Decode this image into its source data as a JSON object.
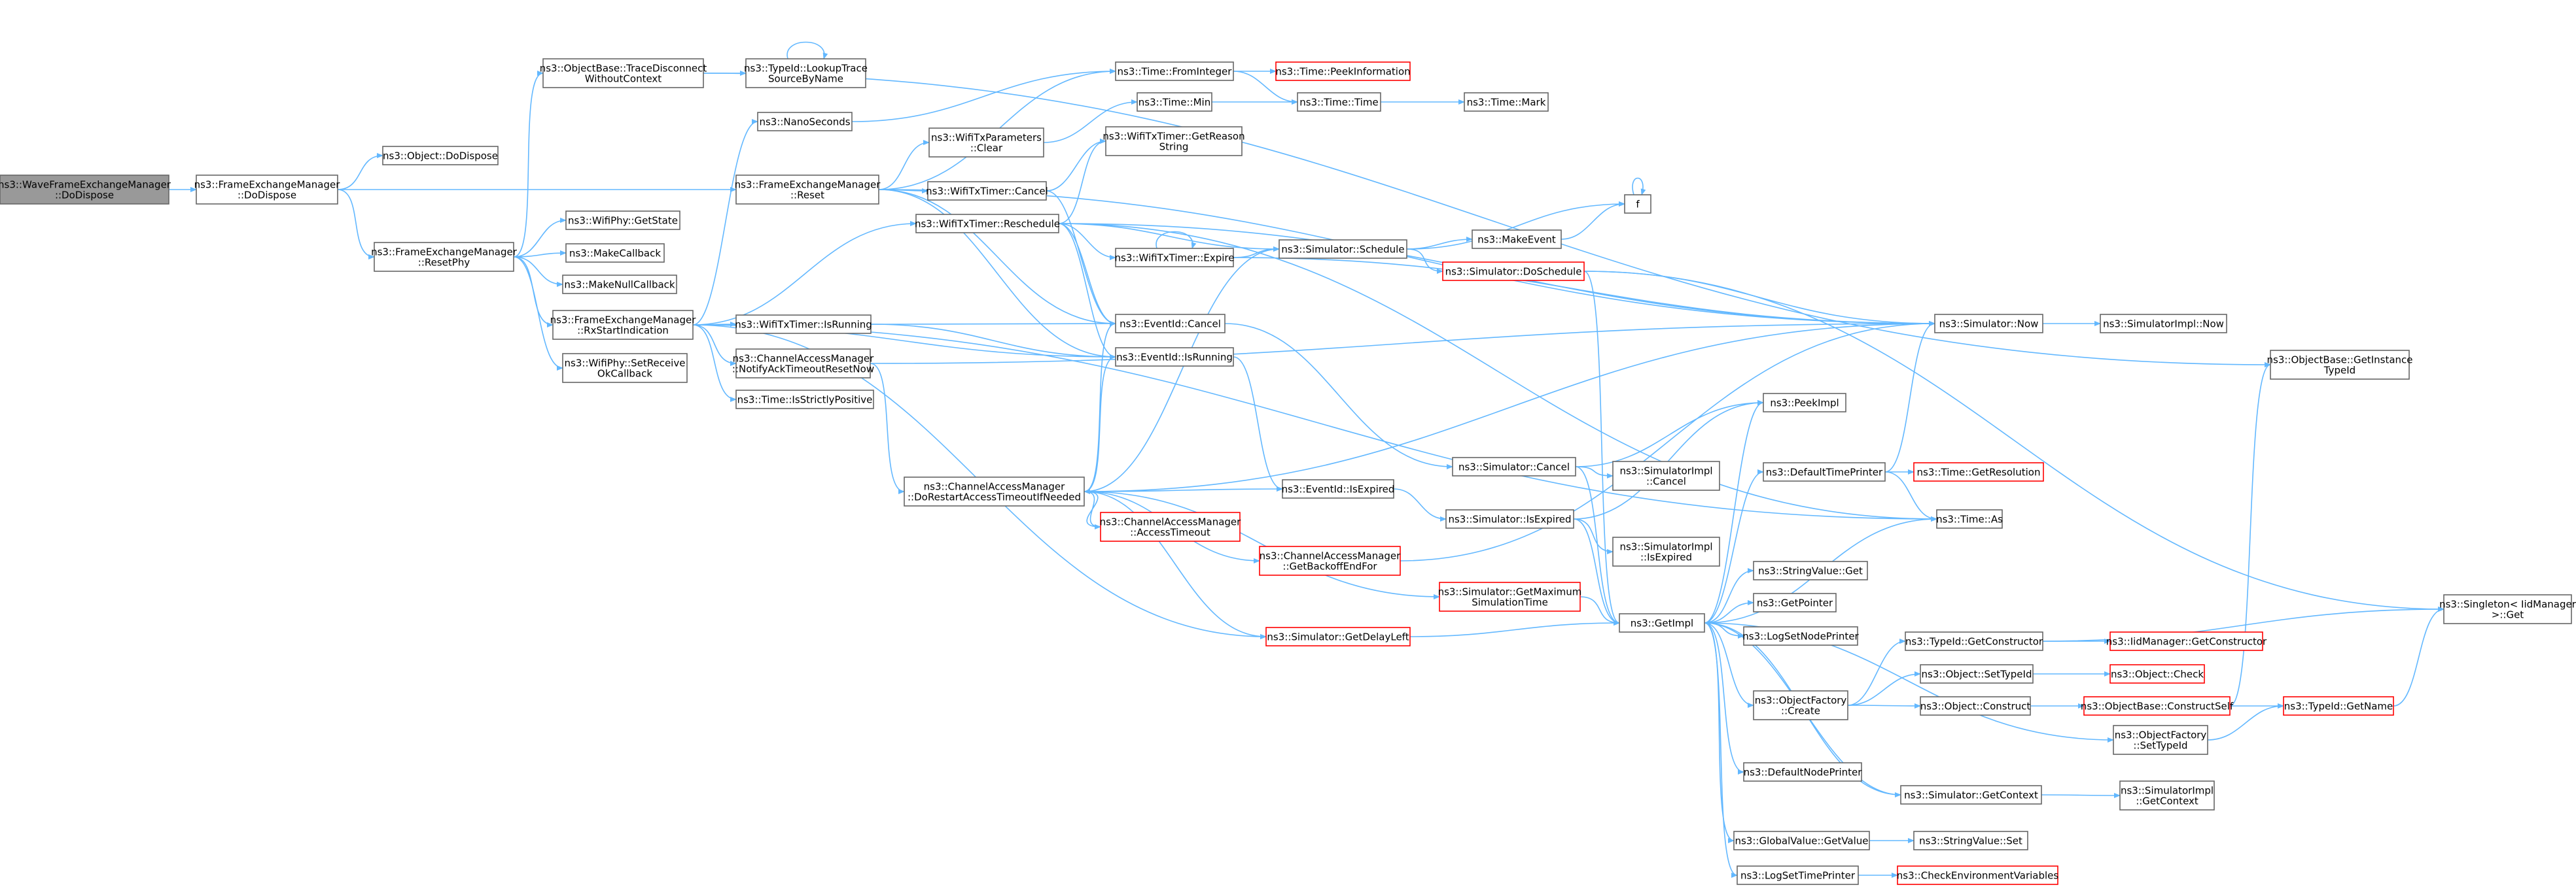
{
  "graph": {
    "title": "",
    "colors": {
      "edge": "#63b8ff",
      "node_border": "#666666",
      "node_fill": "#ffffff",
      "root_fill": "#999999",
      "truncated_border": "#ff0000",
      "text": "#000000"
    },
    "nodes": [
      {
        "id": "root",
        "lines": [
          "ns3::WaveFrameExchangeManager",
          "::DoDispose"
        ],
        "style": "root"
      },
      {
        "id": "fem_dodispose",
        "lines": [
          "ns3::FrameExchangeManager",
          "::DoDispose"
        ],
        "style": "normal"
      },
      {
        "id": "object_dodispose",
        "lines": [
          "ns3::Object::DoDispose"
        ],
        "style": "normal"
      },
      {
        "id": "fem_reset",
        "lines": [
          "ns3::FrameExchangeManager",
          "::Reset"
        ],
        "style": "normal"
      },
      {
        "id": "fem_resetphy",
        "lines": [
          "ns3::FrameExchangeManager",
          "::ResetPhy"
        ],
        "style": "normal"
      },
      {
        "id": "tracedisconnect",
        "lines": [
          "ns3::ObjectBase::TraceDisconnect",
          "WithoutContext"
        ],
        "style": "normal"
      },
      {
        "id": "lookuptrace",
        "lines": [
          "ns3::TypeId::LookupTrace",
          "SourceByName"
        ],
        "style": "normal"
      },
      {
        "id": "nanoseconds",
        "lines": [
          "ns3::NanoSeconds"
        ],
        "style": "normal"
      },
      {
        "id": "time_frominteger",
        "lines": [
          "ns3::Time::FromInteger"
        ],
        "style": "normal"
      },
      {
        "id": "time_peekinfo",
        "lines": [
          "ns3::Time::PeekInformation"
        ],
        "style": "truncated"
      },
      {
        "id": "time_min",
        "lines": [
          "ns3::Time::Min"
        ],
        "style": "normal"
      },
      {
        "id": "time_time",
        "lines": [
          "ns3::Time::Time"
        ],
        "style": "normal"
      },
      {
        "id": "time_mark",
        "lines": [
          "ns3::Time::Mark"
        ],
        "style": "normal"
      },
      {
        "id": "txparams_clear",
        "lines": [
          "ns3::WifiTxParameters",
          "::Clear"
        ],
        "style": "normal"
      },
      {
        "id": "txtimer_getreason",
        "lines": [
          "ns3::WifiTxTimer::GetReason",
          "String"
        ],
        "style": "normal"
      },
      {
        "id": "txtimer_cancel",
        "lines": [
          "ns3::WifiTxTimer::Cancel"
        ],
        "style": "normal"
      },
      {
        "id": "txtimer_reschedule",
        "lines": [
          "ns3::WifiTxTimer::Reschedule"
        ],
        "style": "normal"
      },
      {
        "id": "txtimer_expire",
        "lines": [
          "ns3::WifiTxTimer::Expire"
        ],
        "style": "normal"
      },
      {
        "id": "sim_schedule",
        "lines": [
          "ns3::Simulator::Schedule"
        ],
        "style": "normal"
      },
      {
        "id": "makeevent",
        "lines": [
          "ns3::MakeEvent"
        ],
        "style": "normal"
      },
      {
        "id": "f",
        "lines": [
          "f"
        ],
        "style": "normal"
      },
      {
        "id": "sim_doschedule",
        "lines": [
          "ns3::Simulator::DoSchedule"
        ],
        "style": "truncated"
      },
      {
        "id": "sim_now",
        "lines": [
          "ns3::Simulator::Now"
        ],
        "style": "normal"
      },
      {
        "id": "simimpl_now",
        "lines": [
          "ns3::SimulatorImpl::Now"
        ],
        "style": "normal"
      },
      {
        "id": "getinstancetypeid",
        "lines": [
          "ns3::ObjectBase::GetInstance",
          "TypeId"
        ],
        "style": "normal"
      },
      {
        "id": "wifiphy_getstate",
        "lines": [
          "ns3::WifiPhy::GetState"
        ],
        "style": "normal"
      },
      {
        "id": "makecallback",
        "lines": [
          "ns3::MakeCallback"
        ],
        "style": "normal"
      },
      {
        "id": "makenullcallback",
        "lines": [
          "ns3::MakeNullCallback"
        ],
        "style": "normal"
      },
      {
        "id": "fem_rxstart",
        "lines": [
          "ns3::FrameExchangeManager",
          "::RxStartIndication"
        ],
        "style": "normal"
      },
      {
        "id": "wifiphy_setreceive",
        "lines": [
          "ns3::WifiPhy::SetReceive",
          "OkCallback"
        ],
        "style": "normal"
      },
      {
        "id": "txtimer_isrunning",
        "lines": [
          "ns3::WifiTxTimer::IsRunning"
        ],
        "style": "normal"
      },
      {
        "id": "cam_notifyack",
        "lines": [
          "ns3::ChannelAccessManager",
          "::NotifyAckTimeoutResetNow"
        ],
        "style": "normal"
      },
      {
        "id": "time_isstrictlypositive",
        "lines": [
          "ns3::Time::IsStrictlyPositive"
        ],
        "style": "normal"
      },
      {
        "id": "eventid_cancel",
        "lines": [
          "ns3::EventId::Cancel"
        ],
        "style": "normal"
      },
      {
        "id": "eventid_isrunning",
        "lines": [
          "ns3::EventId::IsRunning"
        ],
        "style": "normal"
      },
      {
        "id": "peekimpl",
        "lines": [
          "ns3::PeekImpl"
        ],
        "style": "normal"
      },
      {
        "id": "sim_cancel",
        "lines": [
          "ns3::Simulator::Cancel"
        ],
        "style": "normal"
      },
      {
        "id": "simimpl_cancel",
        "lines": [
          "ns3::SimulatorImpl",
          "::Cancel"
        ],
        "style": "normal"
      },
      {
        "id": "defaulttimeprinter",
        "lines": [
          "ns3::DefaultTimePrinter"
        ],
        "style": "normal"
      },
      {
        "id": "time_getresolution",
        "lines": [
          "ns3::Time::GetResolution"
        ],
        "style": "truncated"
      },
      {
        "id": "cam_dorestart",
        "lines": [
          "ns3::ChannelAccessManager",
          "::DoRestartAccessTimeoutIfNeeded"
        ],
        "style": "normal"
      },
      {
        "id": "eventid_isexpired",
        "lines": [
          "ns3::EventId::IsExpired"
        ],
        "style": "normal"
      },
      {
        "id": "cam_accesstimeout",
        "lines": [
          "ns3::ChannelAccessManager",
          "::AccessTimeout"
        ],
        "style": "truncated"
      },
      {
        "id": "sim_isexpired",
        "lines": [
          "ns3::Simulator::IsExpired"
        ],
        "style": "normal"
      },
      {
        "id": "time_as",
        "lines": [
          "ns3::Time::As"
        ],
        "style": "normal"
      },
      {
        "id": "simimpl_isexpired",
        "lines": [
          "ns3::SimulatorImpl",
          "::IsExpired"
        ],
        "style": "normal"
      },
      {
        "id": "cam_getbackoff",
        "lines": [
          "ns3::ChannelAccessManager",
          "::GetBackoffEndFor"
        ],
        "style": "truncated"
      },
      {
        "id": "stringvalue_get",
        "lines": [
          "ns3::StringValue::Get"
        ],
        "style": "normal"
      },
      {
        "id": "sim_getmaxtime",
        "lines": [
          "ns3::Simulator::GetMaximum",
          "SimulationTime"
        ],
        "style": "truncated"
      },
      {
        "id": "getpointer",
        "lines": [
          "ns3::GetPointer"
        ],
        "style": "normal"
      },
      {
        "id": "getimpl",
        "lines": [
          "ns3::GetImpl"
        ],
        "style": "normal"
      },
      {
        "id": "sim_getdelayleft",
        "lines": [
          "ns3::Simulator::GetDelayLeft"
        ],
        "style": "truncated"
      },
      {
        "id": "logsetnodeprinter",
        "lines": [
          "ns3::LogSetNodePrinter"
        ],
        "style": "normal"
      },
      {
        "id": "singleton_get",
        "lines": [
          "ns3::Singleton< IidManager",
          ">::Get"
        ],
        "style": "normal"
      },
      {
        "id": "typeid_getconstructor",
        "lines": [
          "ns3::TypeId::GetConstructor"
        ],
        "style": "normal"
      },
      {
        "id": "iidmanager_getconstructor",
        "lines": [
          "ns3::IidManager::GetConstructor"
        ],
        "style": "truncated"
      },
      {
        "id": "object_settypeid",
        "lines": [
          "ns3::Object::SetTypeId"
        ],
        "style": "normal"
      },
      {
        "id": "object_check",
        "lines": [
          "ns3::Object::Check"
        ],
        "style": "truncated"
      },
      {
        "id": "objectfactory_create",
        "lines": [
          "ns3::ObjectFactory",
          "::Create"
        ],
        "style": "normal"
      },
      {
        "id": "object_construct",
        "lines": [
          "ns3::Object::Construct"
        ],
        "style": "normal"
      },
      {
        "id": "constructself",
        "lines": [
          "ns3::ObjectBase::ConstructSelf"
        ],
        "style": "truncated"
      },
      {
        "id": "typeid_getname",
        "lines": [
          "ns3::TypeId::GetName"
        ],
        "style": "truncated"
      },
      {
        "id": "objectfactory_settypeid",
        "lines": [
          "ns3::ObjectFactory",
          "::SetTypeId"
        ],
        "style": "normal"
      },
      {
        "id": "defaultnodeprinter",
        "lines": [
          "ns3::DefaultNodePrinter"
        ],
        "style": "normal"
      },
      {
        "id": "sim_getcontext",
        "lines": [
          "ns3::Simulator::GetContext"
        ],
        "style": "normal"
      },
      {
        "id": "simimpl_getcontext",
        "lines": [
          "ns3::SimulatorImpl",
          "::GetContext"
        ],
        "style": "normal"
      },
      {
        "id": "globalvalue_getvalue",
        "lines": [
          "ns3::GlobalValue::GetValue"
        ],
        "style": "normal"
      },
      {
        "id": "stringvalue_set",
        "lines": [
          "ns3::StringValue::Set"
        ],
        "style": "normal"
      },
      {
        "id": "logsettimeprinter",
        "lines": [
          "ns3::LogSetTimePrinter"
        ],
        "style": "normal"
      },
      {
        "id": "checkenvvars",
        "lines": [
          "ns3::CheckEnvironmentVariables"
        ],
        "style": "truncated"
      }
    ],
    "edges": [
      [
        "root",
        "fem_dodispose"
      ],
      [
        "fem_dodispose",
        "object_dodispose"
      ],
      [
        "fem_dodispose",
        "fem_reset"
      ],
      [
        "fem_dodispose",
        "fem_resetphy"
      ],
      [
        "fem_resetphy",
        "tracedisconnect"
      ],
      [
        "fem_resetphy",
        "wifiphy_getstate"
      ],
      [
        "fem_resetphy",
        "makecallback"
      ],
      [
        "fem_resetphy",
        "makenullcallback"
      ],
      [
        "fem_resetphy",
        "fem_rxstart"
      ],
      [
        "fem_resetphy",
        "wifiphy_setreceive"
      ],
      [
        "tracedisconnect",
        "lookuptrace"
      ],
      [
        "lookuptrace",
        "lookuptrace"
      ],
      [
        "tracedisconnect",
        "getinstancetypeid"
      ],
      [
        "fem_reset",
        "txparams_clear"
      ],
      [
        "fem_reset",
        "txtimer_cancel"
      ],
      [
        "fem_reset",
        "sim_now"
      ],
      [
        "fem_reset",
        "eventid_cancel"
      ],
      [
        "fem_reset",
        "eventid_isrunning"
      ],
      [
        "fem_reset",
        "time_frominteger"
      ],
      [
        "nanoseconds",
        "time_frominteger"
      ],
      [
        "time_frominteger",
        "time_peekinfo"
      ],
      [
        "time_frominteger",
        "time_time"
      ],
      [
        "time_min",
        "time_time"
      ],
      [
        "time_time",
        "time_mark"
      ],
      [
        "txparams_clear",
        "time_min"
      ],
      [
        "txtimer_cancel",
        "txtimer_getreason"
      ],
      [
        "txtimer_cancel",
        "eventid_cancel"
      ],
      [
        "txtimer_reschedule",
        "txtimer_getreason"
      ],
      [
        "txtimer_reschedule",
        "sim_schedule"
      ],
      [
        "txtimer_reschedule",
        "txtimer_expire"
      ],
      [
        "txtimer_reschedule",
        "sim_now"
      ],
      [
        "txtimer_reschedule",
        "eventid_cancel"
      ],
      [
        "txtimer_reschedule",
        "eventid_isrunning"
      ],
      [
        "txtimer_reschedule",
        "time_as"
      ],
      [
        "txtimer_expire",
        "txtimer_expire"
      ],
      [
        "txtimer_expire",
        "sim_schedule"
      ],
      [
        "txtimer_expire",
        "sim_now"
      ],
      [
        "sim_schedule",
        "makeevent"
      ],
      [
        "sim_schedule",
        "sim_doschedule"
      ],
      [
        "makeevent",
        "f"
      ],
      [
        "sim_schedule",
        "f"
      ],
      [
        "f",
        "f"
      ],
      [
        "sim_doschedule",
        "sim_now"
      ],
      [
        "sim_doschedule",
        "getimpl"
      ],
      [
        "sim_doschedule",
        "singleton_get"
      ],
      [
        "sim_now",
        "simimpl_now"
      ],
      [
        "fem_rxstart",
        "nanoseconds"
      ],
      [
        "fem_rxstart",
        "txtimer_reschedule"
      ],
      [
        "fem_rxstart",
        "txtimer_isrunning"
      ],
      [
        "fem_rxstart",
        "cam_notifyack"
      ],
      [
        "fem_rxstart",
        "time_isstrictlypositive"
      ],
      [
        "fem_rxstart",
        "eventid_cancel"
      ],
      [
        "fem_rxstart",
        "eventid_isrunning"
      ],
      [
        "fem_rxstart",
        "time_as"
      ],
      [
        "txtimer_isrunning",
        "eventid_isrunning"
      ],
      [
        "cam_notifyack",
        "sim_now"
      ],
      [
        "cam_notifyack",
        "cam_dorestart"
      ],
      [
        "eventid_cancel",
        "sim_cancel"
      ],
      [
        "eventid_isrunning",
        "eventid_isexpired"
      ],
      [
        "sim_cancel",
        "peekimpl"
      ],
      [
        "sim_cancel",
        "simimpl_cancel"
      ],
      [
        "sim_cancel",
        "getimpl"
      ],
      [
        "cam_dorestart",
        "sim_schedule"
      ],
      [
        "cam_dorestart",
        "eventid_cancel"
      ],
      [
        "cam_dorestart",
        "eventid_isrunning"
      ],
      [
        "cam_dorestart",
        "eventid_isexpired"
      ],
      [
        "cam_dorestart",
        "cam_accesstimeout"
      ],
      [
        "cam_accesstimeout",
        "cam_dorestart"
      ],
      [
        "cam_dorestart",
        "cam_getbackoff"
      ],
      [
        "cam_dorestart",
        "sim_getmaxtime"
      ],
      [
        "cam_dorestart",
        "sim_getdelayleft"
      ],
      [
        "cam_dorestart",
        "sim_now"
      ],
      [
        "eventid_isexpired",
        "sim_isexpired"
      ],
      [
        "sim_isexpired",
        "peekimpl"
      ],
      [
        "sim_isexpired",
        "simimpl_isexpired"
      ],
      [
        "sim_isexpired",
        "getimpl"
      ],
      [
        "defaulttimeprinter",
        "sim_now"
      ],
      [
        "defaulttimeprinter",
        "time_getresolution"
      ],
      [
        "defaulttimeprinter",
        "time_as"
      ],
      [
        "cam_getbackoff",
        "sim_now"
      ],
      [
        "sim_getmaxtime",
        "getimpl"
      ],
      [
        "sim_getdelayleft",
        "getimpl"
      ],
      [
        "getimpl",
        "peekimpl"
      ],
      [
        "getimpl",
        "defaulttimeprinter"
      ],
      [
        "getimpl",
        "time_as"
      ],
      [
        "getimpl",
        "stringvalue_get"
      ],
      [
        "getimpl",
        "getpointer"
      ],
      [
        "getimpl",
        "logsetnodeprinter"
      ],
      [
        "getimpl",
        "objectfactory_create"
      ],
      [
        "getimpl",
        "objectfactory_settypeid"
      ],
      [
        "getimpl",
        "defaultnodeprinter"
      ],
      [
        "getimpl",
        "globalvalue_getvalue"
      ],
      [
        "getimpl",
        "logsettimeprinter"
      ],
      [
        "getimpl",
        "sim_getcontext"
      ],
      [
        "objectfactory_create",
        "typeid_getconstructor"
      ],
      [
        "objectfactory_create",
        "object_settypeid"
      ],
      [
        "objectfactory_create",
        "object_construct"
      ],
      [
        "typeid_getconstructor",
        "iidmanager_getconstructor"
      ],
      [
        "typeid_getconstructor",
        "singleton_get"
      ],
      [
        "object_settypeid",
        "object_check"
      ],
      [
        "object_construct",
        "constructself"
      ],
      [
        "constructself",
        "typeid_getname"
      ],
      [
        "constructself",
        "getinstancetypeid"
      ],
      [
        "typeid_getname",
        "singleton_get"
      ],
      [
        "objectfactory_settypeid",
        "typeid_getname"
      ],
      [
        "sim_getcontext",
        "simimpl_getcontext"
      ],
      [
        "sim_getcontext",
        "getimpl"
      ],
      [
        "globalvalue_getvalue",
        "stringvalue_set"
      ],
      [
        "logsettimeprinter",
        "checkenvvars"
      ],
      [
        "fem_rxstart",
        "sim_getdelayleft"
      ]
    ]
  }
}
